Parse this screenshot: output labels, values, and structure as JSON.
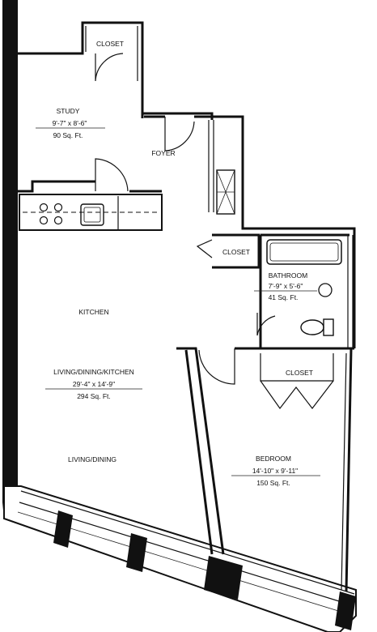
{
  "rooms": {
    "closet_top": {
      "name": "CLOSET"
    },
    "study": {
      "name": "STUDY",
      "dims": "9'-7\" x 8'-6\"",
      "area": "90 Sq. Ft."
    },
    "foyer": {
      "name": "FOYER"
    },
    "closet_mid": {
      "name": "CLOSET"
    },
    "bathroom": {
      "name": "BATHROOM",
      "dims": "7'-9\" x 5'-6\"",
      "area": "41 Sq. Ft."
    },
    "kitchen": {
      "name": "KITCHEN"
    },
    "living_dining_kitchen": {
      "name": "LIVING/DINING/KITCHEN",
      "dims": "29'-4\" x 14'-9\"",
      "area": "294 Sq. Ft."
    },
    "closet_bedroom": {
      "name": "CLOSET"
    },
    "living_dining": {
      "name": "LIVING/DINING"
    },
    "bedroom": {
      "name": "BEDROOM",
      "dims": "14'-10\" x 9'-11\"",
      "area": "150 Sq. Ft."
    }
  }
}
